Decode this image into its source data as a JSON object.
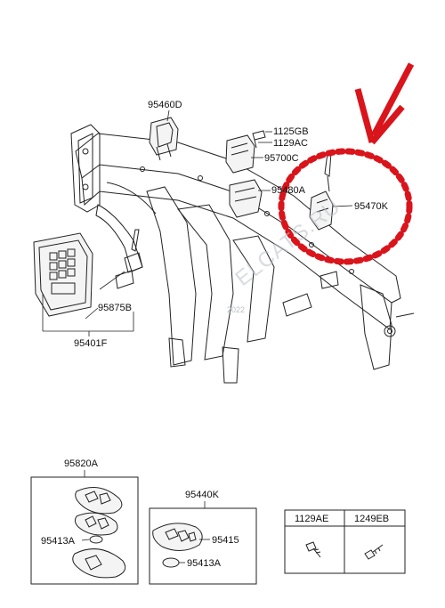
{
  "parts": {
    "p95460D": "95460D",
    "p1125GB": "1125GB",
    "p1129AC": "1129AC",
    "p95700C": "95700C",
    "p95480A": "95480A",
    "p95470K": "95470K",
    "p95875B": "95875B",
    "p95401F": "95401F"
  },
  "kits": {
    "fob_kit": {
      "label": "95820A",
      "battery": "95413A"
    },
    "smart_key_kit": {
      "label": "95440K",
      "key": "95415",
      "battery": "95413A"
    },
    "fasteners": {
      "left_header": "1129AE",
      "right_header": "1249EB"
    }
  },
  "watermark": {
    "text": "ELCATS.RU",
    "year": "2022"
  },
  "colors": {
    "highlight_red": "#d9141b",
    "line": "#222222"
  }
}
